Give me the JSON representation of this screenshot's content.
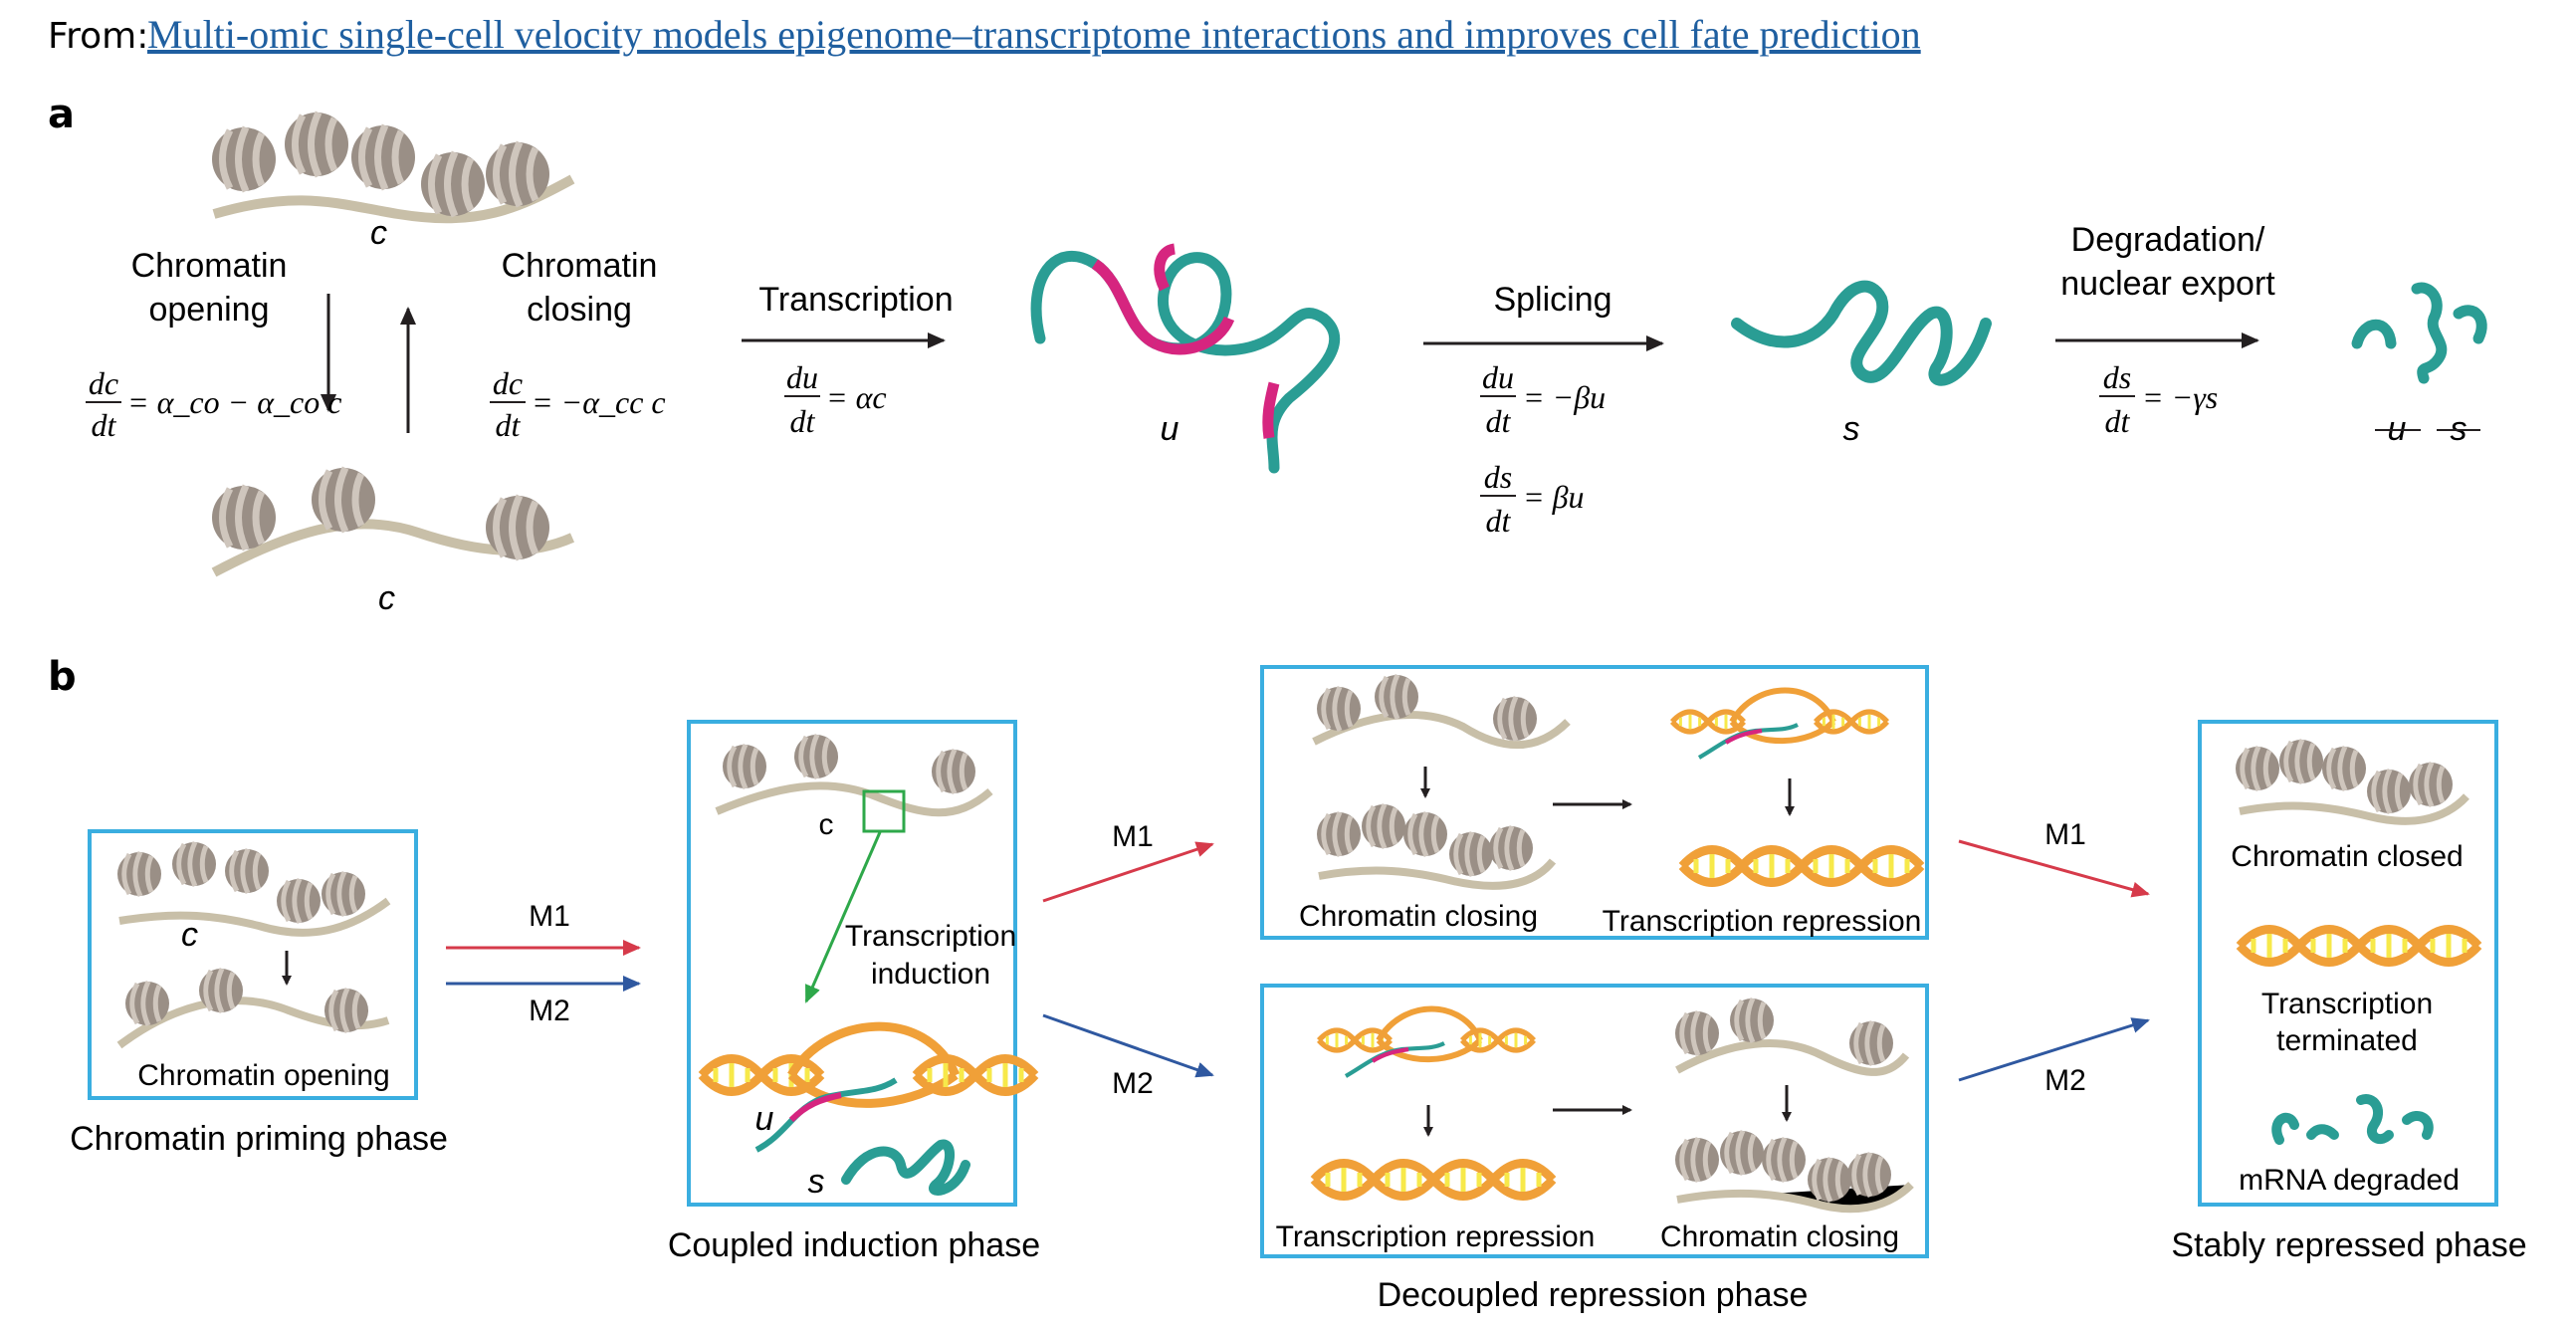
{
  "header": {
    "from_label": "From:",
    "title_link": "Multi-omic single-cell velocity models epigenome–transcriptome interactions and improves cell fate prediction"
  },
  "panel_a": {
    "panel_label": "a",
    "top_var": "c",
    "bottom_var": "c",
    "opening_line1": "Chromatin",
    "opening_line2": "opening",
    "closing_line1": "Chromatin",
    "closing_line2": "closing",
    "eq_open_num": "dc",
    "eq_open_den": "dt",
    "eq_open_rhs": "= α_co − α_co c",
    "eq_close_num": "dc",
    "eq_close_den": "dt",
    "eq_close_rhs": "= −α_cc c",
    "transcription_label": "Transcription",
    "eq_trans_num": "du",
    "eq_trans_den": "dt",
    "eq_trans_rhs": "= αc",
    "u_label": "u",
    "splicing_label": "Splicing",
    "eq_splice1_num": "du",
    "eq_splice1_den": "dt",
    "eq_splice1_rhs": "= −βu",
    "eq_splice2_num": "ds",
    "eq_splice2_den": "dt",
    "eq_splice2_rhs": "= βu",
    "s_label": "s",
    "degradation_line1": "Degradation/",
    "degradation_line2": "nuclear export",
    "eq_deg_num": "ds",
    "eq_deg_den": "dt",
    "eq_deg_rhs": "= −γs",
    "deg_u": "u",
    "deg_s": "s"
  },
  "panel_b": {
    "panel_label": "b",
    "priming": {
      "var_c": "c",
      "box_label": "Chromatin opening",
      "phase_label": "Chromatin priming phase"
    },
    "arrow_m1_label": "M1",
    "arrow_m2_label": "M2",
    "coupled": {
      "var_c": "c",
      "induction_line1": "Transcription",
      "induction_line2": "induction",
      "var_u": "u",
      "var_s": "s",
      "phase_label": "Coupled induction phase"
    },
    "branch_m1_label": "M1",
    "branch_m2_label": "M2",
    "decoupled_top": {
      "left_label": "Chromatin closing",
      "right_label": "Transcription repression"
    },
    "decoupled_bottom": {
      "left_label": "Transcription repression",
      "right_label": "Chromatin closing"
    },
    "decoupled_phase_label": "Decoupled repression phase",
    "final_m1_label": "M1",
    "final_m2_label": "M2",
    "stable": {
      "chromatin_label": "Chromatin closed",
      "tx_line1": "Transcription",
      "tx_line2": "terminated",
      "mrna_label": "mRNA degraded",
      "phase_label": "Stably repressed phase"
    }
  },
  "colors": {
    "nucleosome": "#9a8f86",
    "dna_strand": "#c8bfa8",
    "rna_teal": "#2a9d94",
    "rna_magenta": "#d6257f",
    "dsdna_orange": "#f0a038",
    "dsdna_yellow": "#f7e94a",
    "box_blue": "#3aaee0",
    "arrow_red": "#d63a4a",
    "arrow_blue": "#2f58a0",
    "arrow_green": "#2ea84a",
    "link_blue": "#1f5fa0"
  }
}
